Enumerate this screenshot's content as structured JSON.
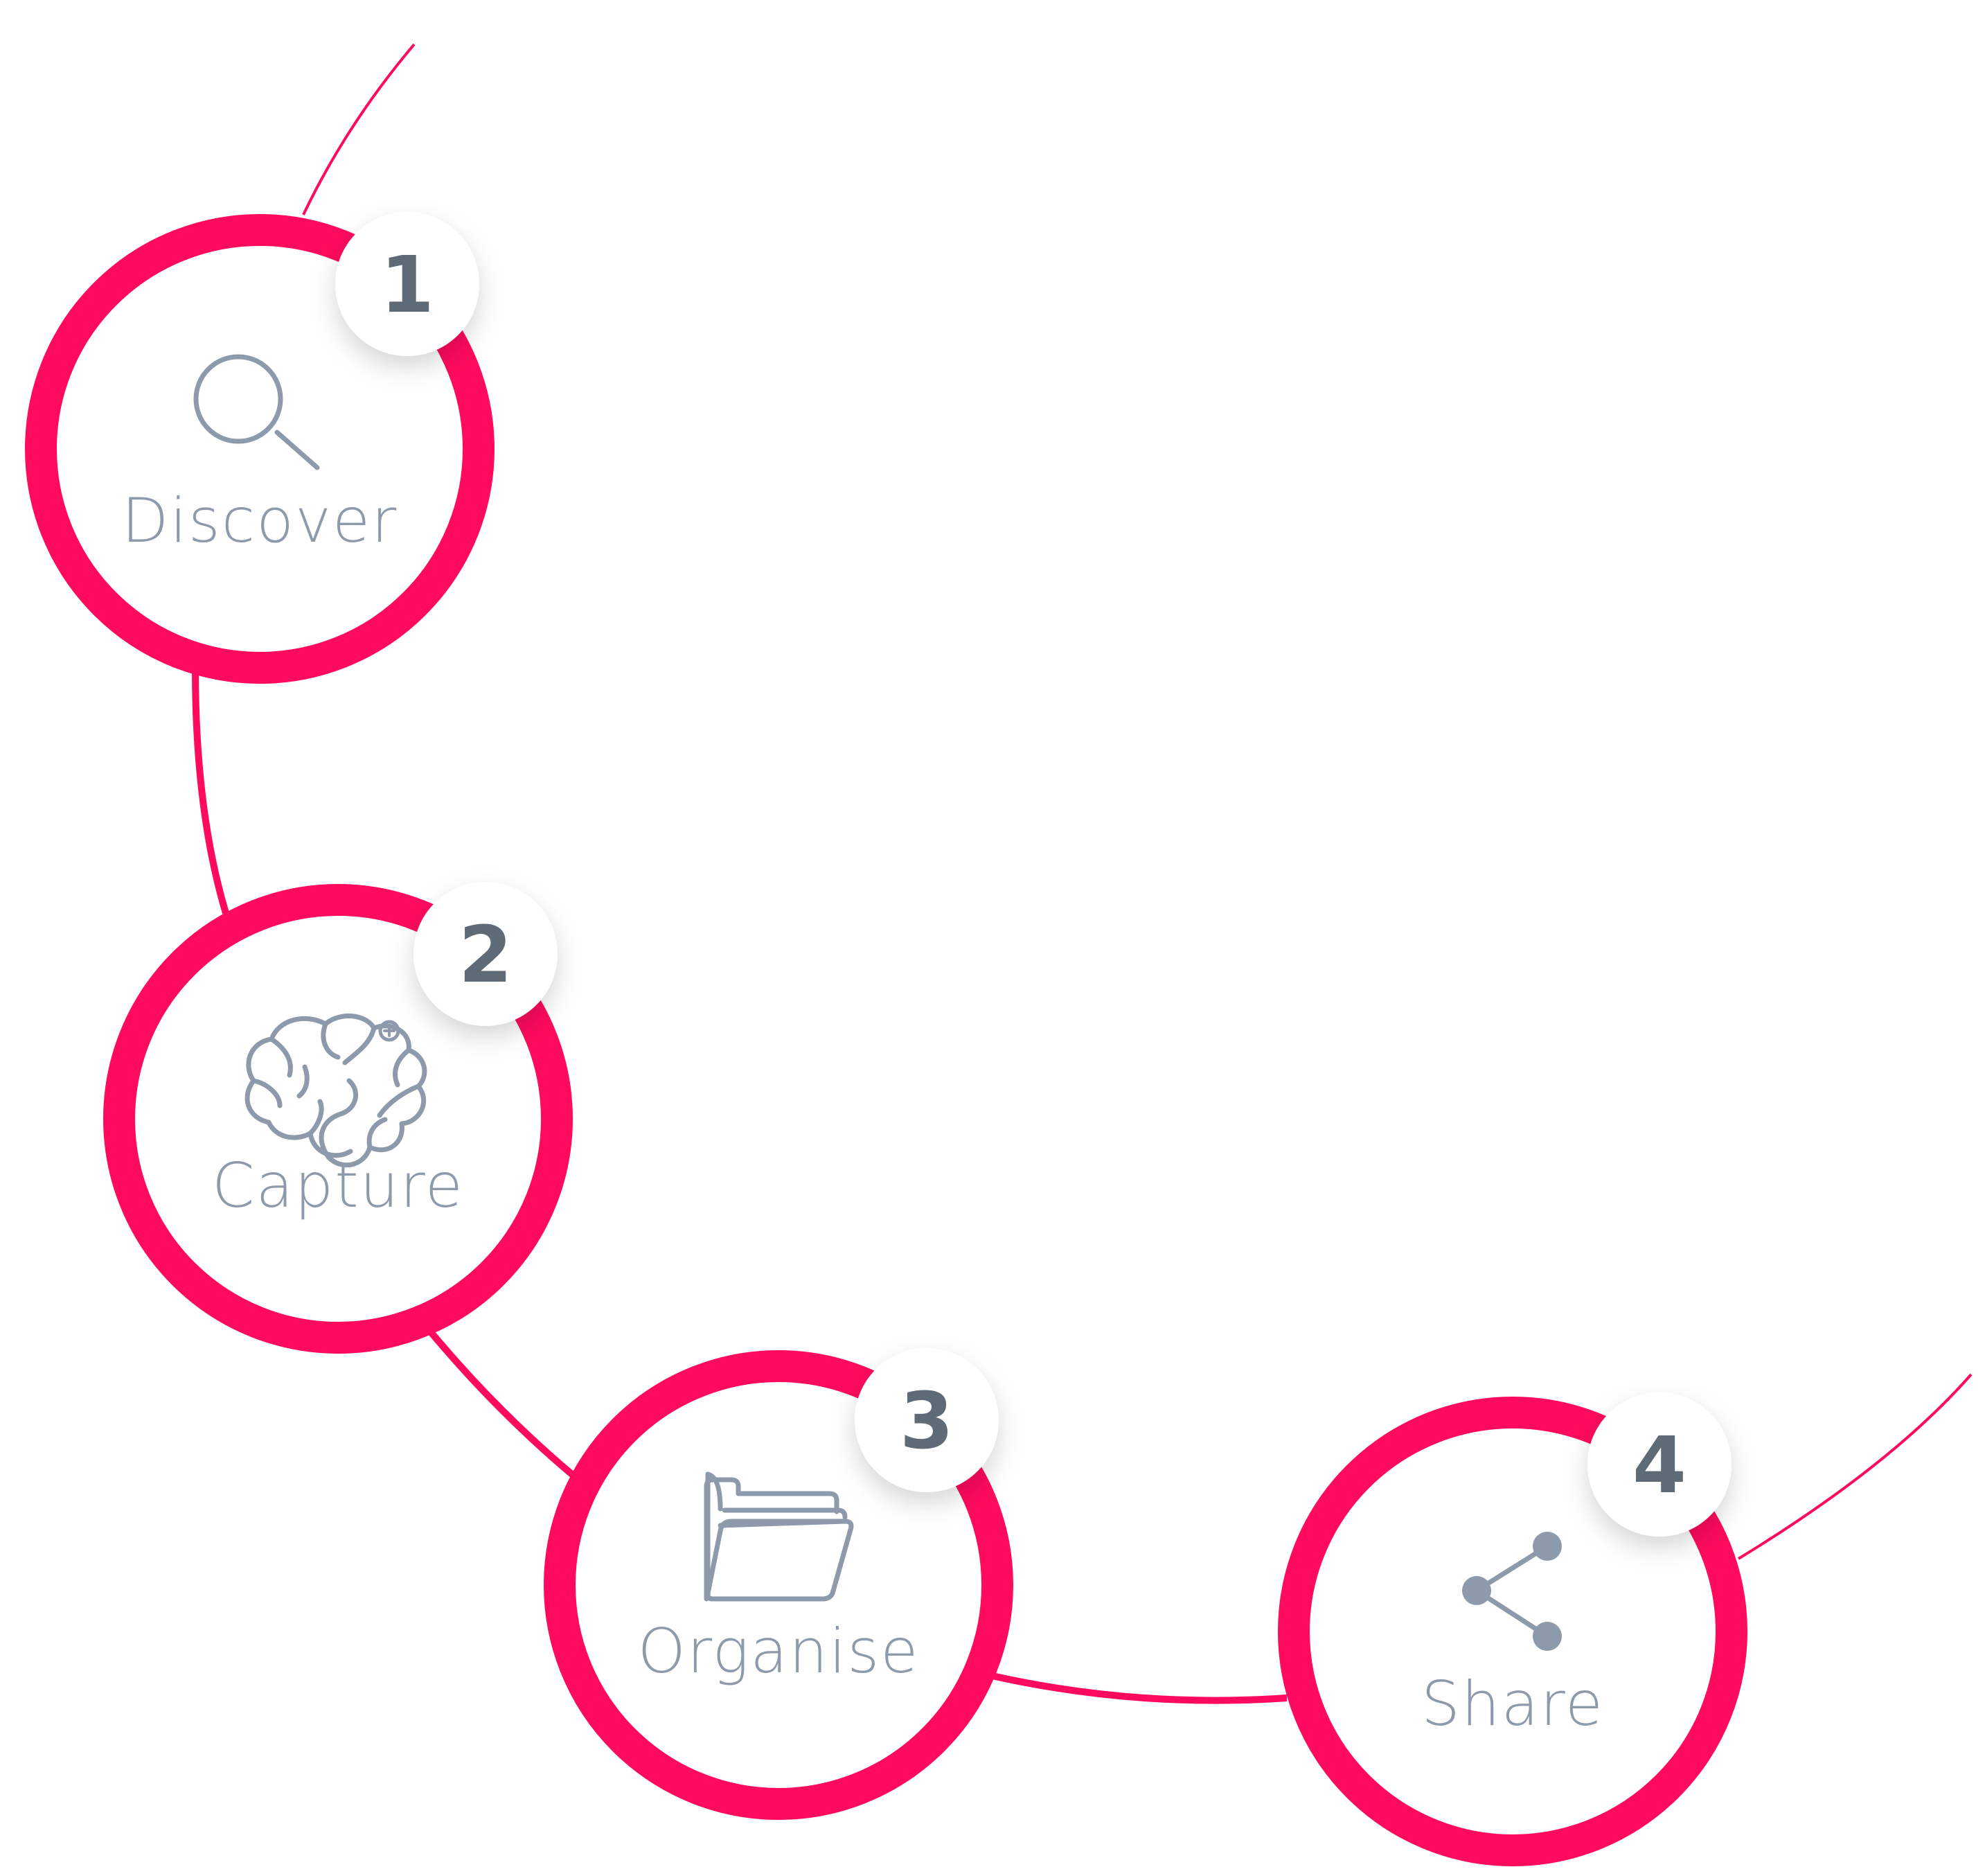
{
  "colors": {
    "accent": "#ff0a5e",
    "icon": "#8d9aab",
    "badge_text": "#5e6a76",
    "badge_bg": "#ffffff"
  },
  "steps": [
    {
      "number": "1",
      "label": "Discover",
      "icon": "search-icon"
    },
    {
      "number": "2",
      "label": "Capture",
      "icon": "brain-icon"
    },
    {
      "number": "3",
      "label": "Organise",
      "icon": "folder-open-icon"
    },
    {
      "number": "4",
      "label": "Share",
      "icon": "share-icon"
    }
  ]
}
